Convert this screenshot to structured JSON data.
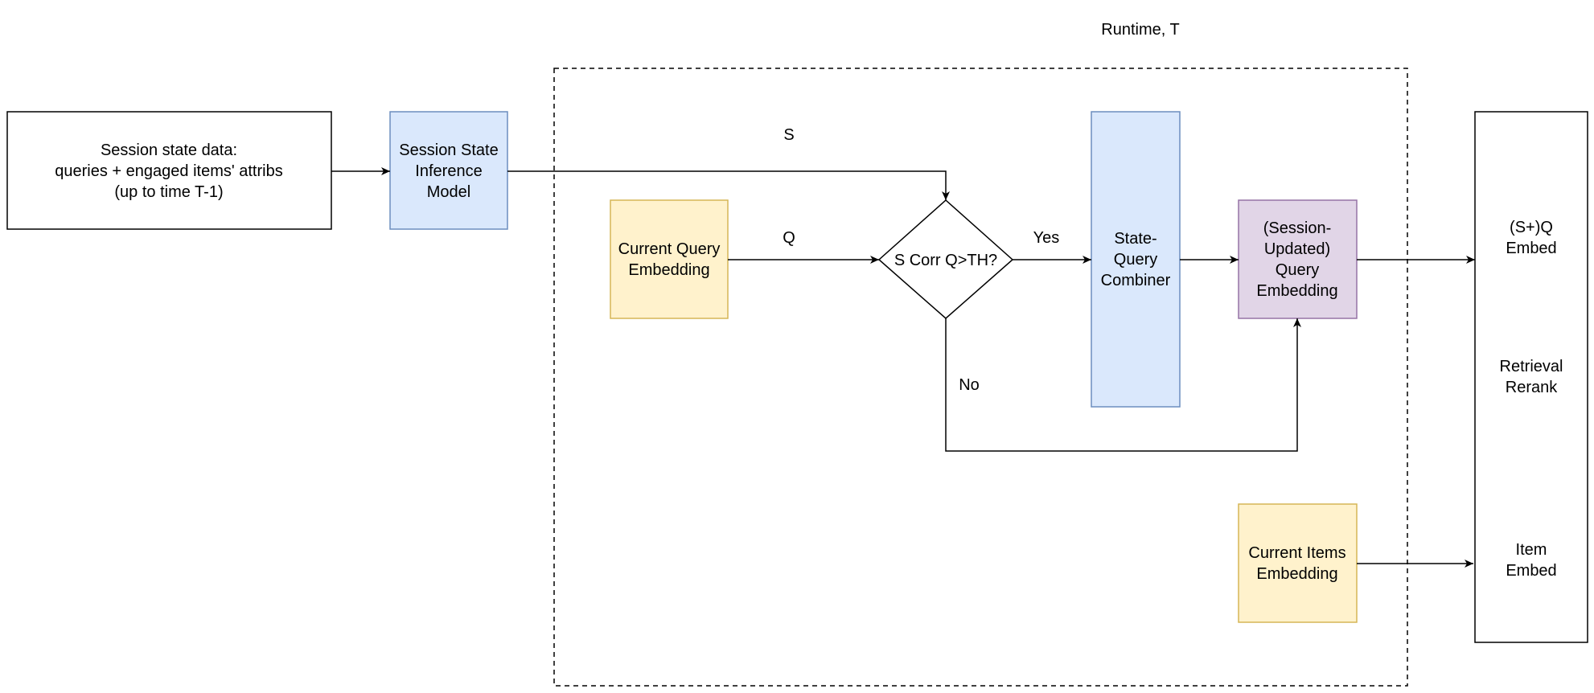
{
  "title": "Runtime, T",
  "colors": {
    "blue_fill": "#dae8fc",
    "blue_stroke": "#6c8ebf",
    "yellow_fill": "#fff2cc",
    "yellow_stroke": "#d6b656",
    "purple_fill": "#e1d5e7",
    "purple_stroke": "#9673a6",
    "line": "#000000"
  },
  "nodes": {
    "session_data": {
      "line1": "Session state data:",
      "line2": "queries  + engaged items' attribs",
      "line3": "(up to time T-1)"
    },
    "inference_model": {
      "line1": "Session State",
      "line2": "Inference",
      "line3": "Model"
    },
    "current_query": {
      "line1": "Current Query",
      "line2": "Embedding"
    },
    "decision": {
      "label": "S Corr Q>TH?"
    },
    "combiner": {
      "line1": "State-",
      "line2": "Query",
      "line3": "Combiner"
    },
    "updated_query": {
      "line1": "(Session-",
      "line2": "Updated)",
      "line3": "Query",
      "line4": "Embedding"
    },
    "current_items": {
      "line1": "Current Items",
      "line2": "Embedding"
    },
    "retrieval_box": {
      "sq_line1": "(S+)Q",
      "sq_line2": "Embed",
      "rr_line1": "Retrieval",
      "rr_line2": "Rerank",
      "item_line1": "Item",
      "item_line2": "Embed"
    }
  },
  "edges": {
    "s_label": "S",
    "q_label": "Q",
    "yes_label": "Yes",
    "no_label": "No"
  }
}
